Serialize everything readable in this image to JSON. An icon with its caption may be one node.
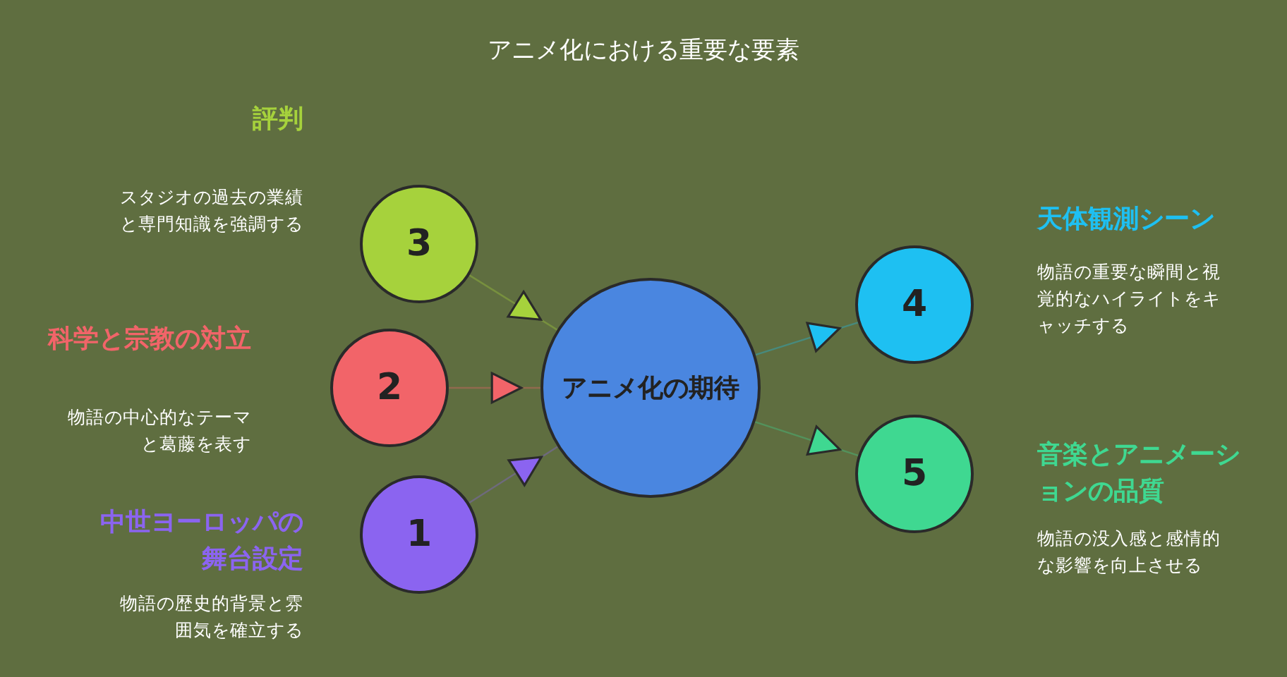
{
  "diagram": {
    "title": "アニメ化における重要な要素",
    "nodes": [
      {
        "text": [
          "3"
        ],
        "beside": [
          "評判",
          "スタジオの過去の業績と専門知識を強調する"
        ]
      },
      {
        "text": [
          "2"
        ],
        "beside": [
          "科学と宗教の対立",
          "物語の中心的なテーマと葛藤を表す"
        ]
      },
      {
        "text": [
          "1"
        ],
        "beside": [
          "中世ヨーロッパの舞台設定",
          "物語の歴史的背景と雰囲気を確立する"
        ]
      },
      {
        "text": [
          "アニメ化の期待"
        ]
      },
      {
        "text": [
          "4"
        ],
        "beside": [
          "天体観測シーン",
          "物語の重要な瞬間と視覚的なハイライトをキャッチする"
        ]
      },
      {
        "text": [
          "5"
        ],
        "beside": [
          "音楽とアニメーションの品質",
          "物語の没入感と感情的な影響を向上させる"
        ]
      }
    ],
    "edges": [
      {
        "from": 0,
        "to": 3,
        "arrow": "to",
        "color": "#a6d23c"
      },
      {
        "from": 1,
        "to": 3,
        "arrow": "to",
        "color": "#f26469"
      },
      {
        "from": 2,
        "to": 3,
        "arrow": "to",
        "color": "#8b64f0"
      },
      {
        "from": 3,
        "to": 4,
        "arrow": "to",
        "color": "#1ec0f2"
      },
      {
        "from": 3,
        "to": 5,
        "arrow": "to",
        "color": "#3fd891"
      }
    ]
  }
}
